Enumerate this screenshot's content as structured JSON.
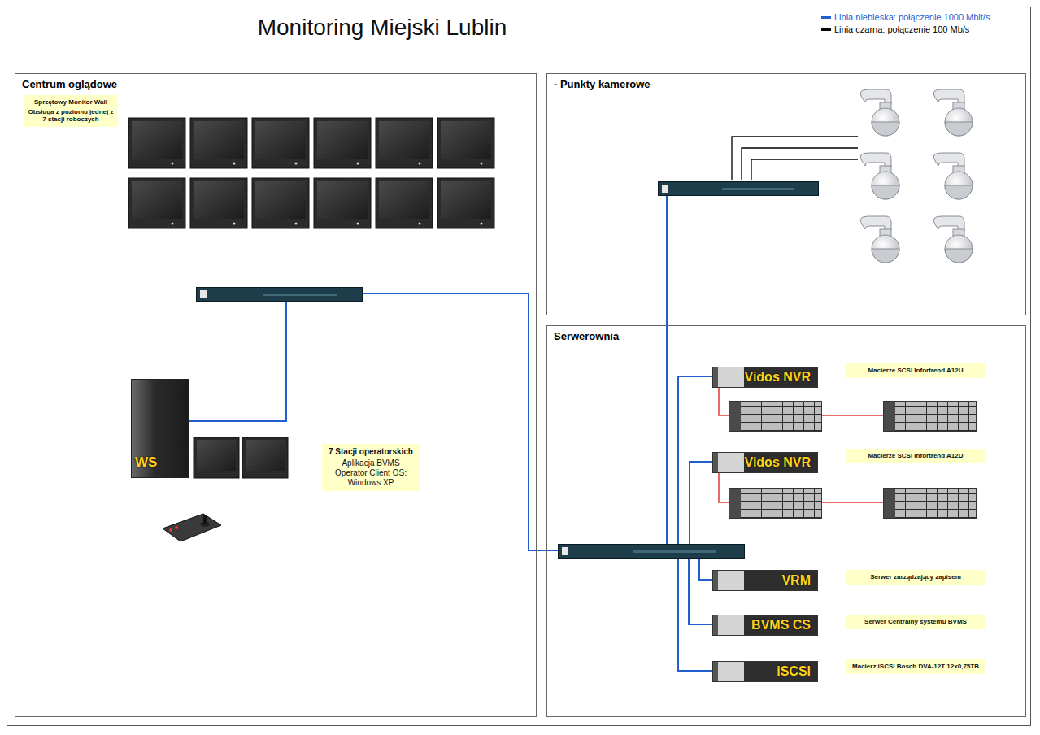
{
  "diagram": {
    "title": "Monitoring Miejski Lublin",
    "nodes": [
      {
        "text": [
          "Centrum oglądowe"
        ]
      },
      {
        "text": [
          "Sprzętowy Monitor Wall",
          "Obsługa z poziomu jednej z 7 stacji roboczych"
        ],
        "in": 0
      },
      {
        "text": [],
        "in": 0
      },
      {
        "text": [
          "WS"
        ],
        "in": 0
      },
      {
        "text": [
          "7 Stacji operatorskich",
          "Aplikacja BVMS Operator Client OS: Windows XP"
        ],
        "in": 0
      },
      {
        "text": [
          "- Punkty kamerowe"
        ]
      },
      {
        "text": [],
        "in": 5
      },
      {
        "text": [
          "Serwerownia"
        ]
      },
      {
        "text": [
          "Vidos NVR"
        ],
        "in": 7
      },
      {
        "text": [
          "Macierze SCSI Infortrend A12U"
        ],
        "in": 7
      },
      {
        "text": [],
        "in": 7
      },
      {
        "text": [],
        "in": 7
      },
      {
        "text": [
          "Vidos NVR"
        ],
        "in": 7
      },
      {
        "text": [
          "Macierze SCSI Infortrend A12U"
        ],
        "in": 7
      },
      {
        "text": [],
        "in": 7
      },
      {
        "text": [],
        "in": 7
      },
      {
        "text": [],
        "in": 7
      },
      {
        "text": [
          "VRM"
        ],
        "in": 7
      },
      {
        "text": [
          "Serwer zarządzający zapisem"
        ],
        "in": 7
      },
      {
        "text": [
          "BVMS CS"
        ],
        "in": 7
      },
      {
        "text": [
          "Serwer Centralny systemu BVMS"
        ],
        "in": 7
      },
      {
        "text": [
          "iSCSI"
        ],
        "in": 7
      },
      {
        "text": [
          "Macierz iSCSI Bosch DVA-12T 12x0,75TB"
        ],
        "in": 7
      }
    ],
    "edges": [
      {
        "from": 2,
        "to": 3,
        "arrow": "none"
      },
      {
        "from": 2,
        "to": 16,
        "arrow": "none"
      },
      {
        "from": 16,
        "to": 6,
        "arrow": "none"
      },
      {
        "from": 16,
        "to": 8,
        "arrow": "none"
      },
      {
        "from": 16,
        "to": 12,
        "arrow": "none"
      },
      {
        "from": 16,
        "to": 17,
        "arrow": "none"
      },
      {
        "from": 16,
        "to": 19,
        "arrow": "none"
      },
      {
        "from": 16,
        "to": 21,
        "arrow": "none"
      },
      {
        "from": 8,
        "to": 10,
        "arrow": "none"
      },
      {
        "from": 10,
        "to": 11,
        "arrow": "none"
      },
      {
        "from": 12,
        "to": 14,
        "arrow": "none"
      },
      {
        "from": 14,
        "to": 15,
        "arrow": "none"
      }
    ],
    "legend": [
      {
        "text": "Linia niebieska: połączenie 1000 Mbit/s",
        "color": "#1f5fd0"
      },
      {
        "text": "Linia czarna: połączenie 100 Mb/s",
        "color": "#000000"
      }
    ]
  }
}
